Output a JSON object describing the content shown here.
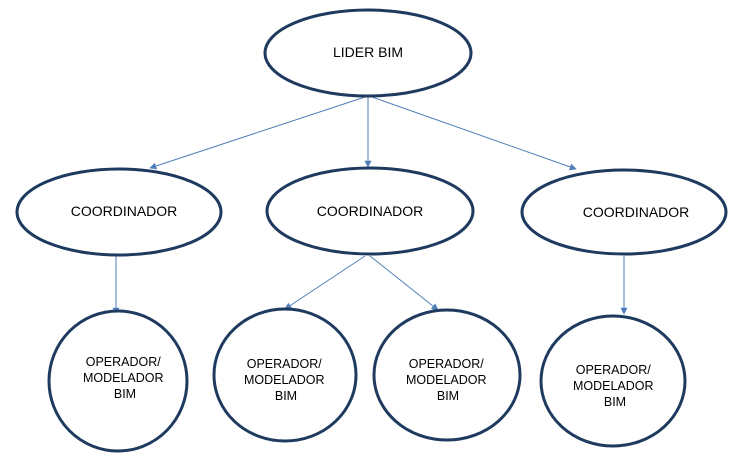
{
  "diagram": {
    "root": {
      "label": "LIDER BIM"
    },
    "coordinators": [
      {
        "label": "COORDINADOR"
      },
      {
        "label": "COORDINADOR"
      },
      {
        "label": "COORDINADOR"
      }
    ],
    "operators": [
      {
        "lines": [
          "OPERADOR/",
          "MODELADOR",
          "BIM"
        ]
      },
      {
        "lines": [
          "OPERADOR/",
          "MODELADOR",
          "BIM"
        ]
      },
      {
        "lines": [
          "OPERADOR/",
          "MODELADOR",
          "BIM"
        ]
      },
      {
        "lines": [
          "OPERADOR/",
          "MODELADOR",
          "BIM"
        ]
      }
    ],
    "colors": {
      "node_stroke": "#1f3a5f",
      "connector": "#4f7fb8",
      "text": "#000000"
    }
  }
}
